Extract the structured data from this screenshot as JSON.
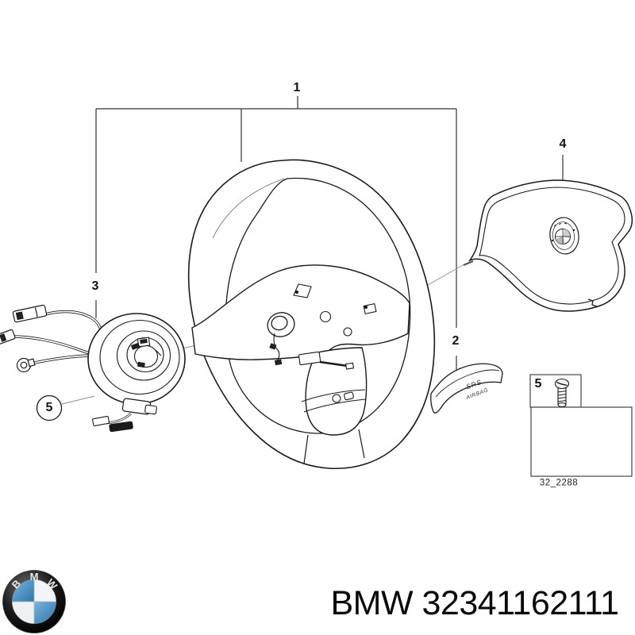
{
  "callouts": {
    "one": "1",
    "two": "2",
    "three": "3",
    "four": "4",
    "five_circled": "5",
    "five_box": "5"
  },
  "srs_trim": {
    "line1": "SRS",
    "line2": "AIRBAG"
  },
  "inset_box": {
    "ref": "32_2288"
  },
  "footer": {
    "caption": "BMW 32341162111",
    "logo_letters": {
      "b": "B",
      "m": "M",
      "w": "W"
    }
  },
  "colors": {
    "line": "#1a1a1a",
    "leader": "#8c8c8c",
    "logo_blue": "#3d85b8",
    "text": "#000000"
  }
}
